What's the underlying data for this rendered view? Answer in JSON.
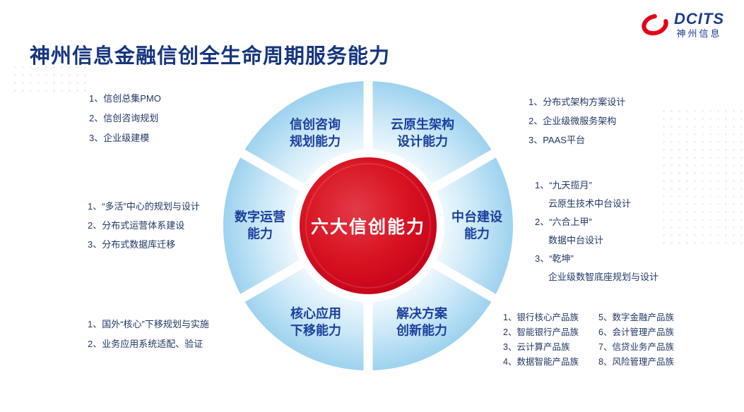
{
  "title": "神州信息金融信创全生命周期服务能力",
  "logo": {
    "brand": "DCITS",
    "brand_cn": "神州信息"
  },
  "wheel": {
    "center_label": "六大信创能力",
    "segments": [
      {
        "label": "信创咨询\n规划能力"
      },
      {
        "label": "云原生架构\n设计能力"
      },
      {
        "label": "中台建设\n能力"
      },
      {
        "label": "解决方案\n创新能力"
      },
      {
        "label": "核心应用\n下移能力"
      },
      {
        "label": "数字运营\n能力"
      }
    ]
  },
  "lists": {
    "top_left": [
      "1、信创总集PMO",
      "2、信创咨询规划",
      "3、企业级建模"
    ],
    "top_right": [
      "1、分布式架构方案设计",
      "2、企业级微服务架构",
      "3、PAAS平台"
    ],
    "mid_left": [
      "1、“多活”中心的规划与设计",
      "2、分布式运营体系建设",
      "3、分布式数据库迁移"
    ],
    "mid_right": [
      "1、“九天揽月”",
      "云原生技术中台设计",
      "2、“六合上甲”",
      "数据中台设计",
      "3、“乾坤”",
      "企业级数智底座规划与设计"
    ],
    "bottom_left": [
      "1、国外“核心”下移规划与实施",
      "2、业务应用系统适配、验证"
    ],
    "bottom_right_col1": [
      "1、银行核心产品族",
      "2、智能银行产品族",
      "3、云计算产品族",
      "4、数据智能产品族"
    ],
    "bottom_right_col2": [
      "5、数字金融产品族",
      "6、会计管理产品族",
      "7、信贷业务产品族",
      "8、风险管理产品族"
    ]
  },
  "colors": {
    "accent_red": "#d8001c",
    "brand_blue": "#1b3c8f",
    "segment_blue": "#9dd2ef",
    "text_navy": "#1f3864"
  }
}
